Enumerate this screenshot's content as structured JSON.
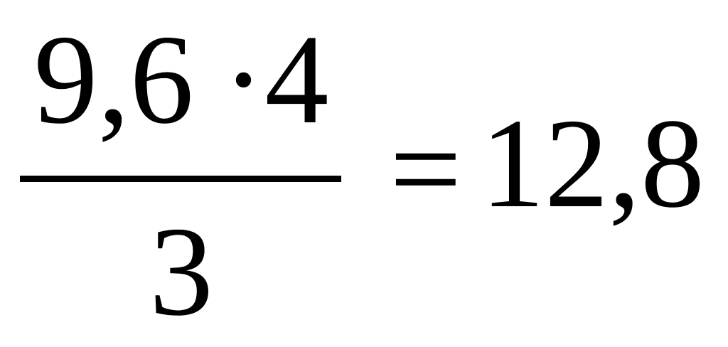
{
  "equation": {
    "numerator_left": "9,6",
    "numerator_right": "·4",
    "denominator": "3",
    "equals": "=",
    "result": "12,8"
  }
}
